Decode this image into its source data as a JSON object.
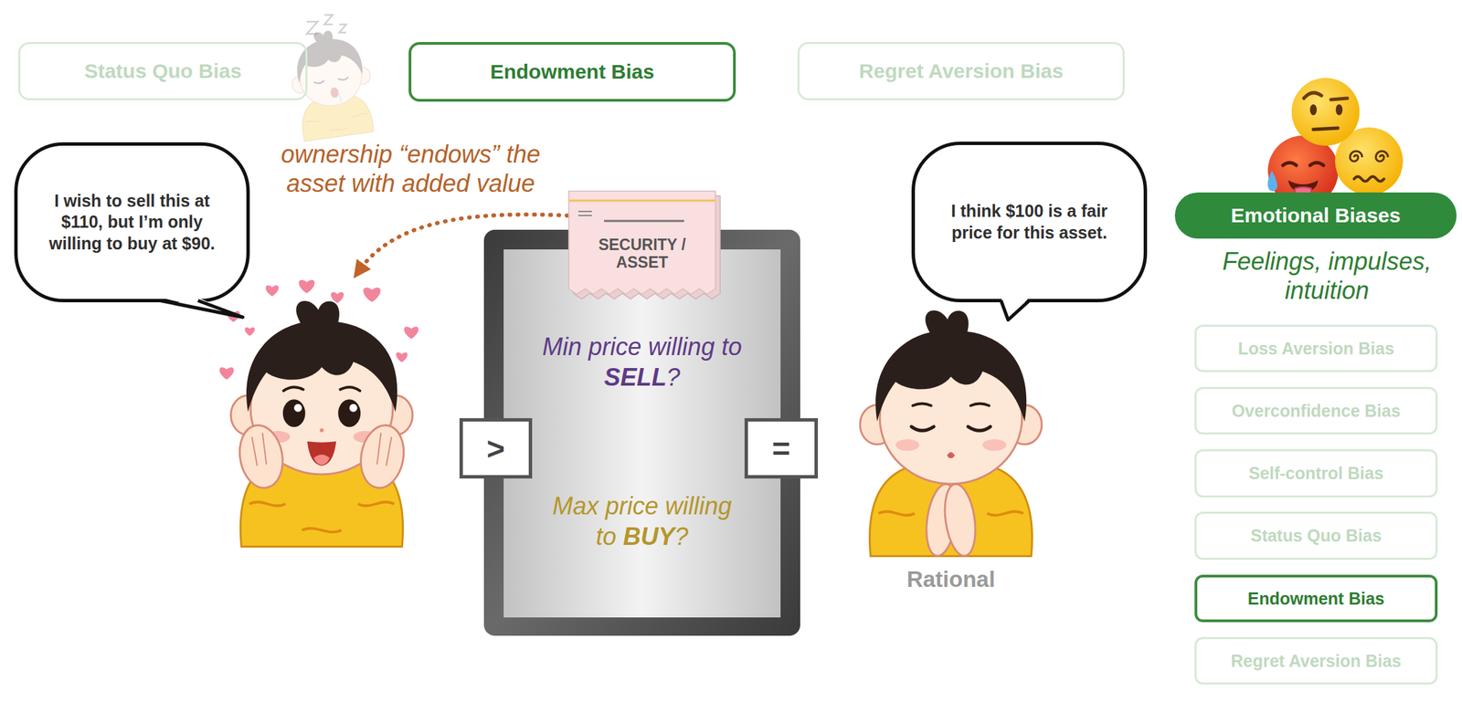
{
  "diagram": {
    "nodes": [
      {
        "text": [
          "Status Quo Bias"
        ]
      },
      {
        "text": [
          "Endowment Bias"
        ]
      },
      {
        "text": [
          "Regret Aversion Bias"
        ]
      },
      {
        "text": [
          "I wish to sell this at $110, but I’m only willing to buy at $90."
        ]
      },
      {
        "text": [
          "SECURITY / ASSET"
        ]
      },
      {
        "text": [
          "I think $100 is a fair price for this asset."
        ]
      },
      {
        "text": [
          "Min price willing to SELL?",
          "Max price willing to BUY?"
        ]
      },
      {
        "text": [
          ">"
        ]
      },
      {
        "text": [
          "="
        ]
      },
      {
        "text": [
          "Emotional Biases"
        ]
      },
      {
        "text": [
          "Loss Aversion Bias"
        ]
      },
      {
        "text": [
          "Overconfidence Bias"
        ]
      },
      {
        "text": [
          "Self-control Bias"
        ]
      },
      {
        "text": [
          "Status Quo Bias"
        ]
      },
      {
        "text": [
          "Endowment Bias"
        ]
      },
      {
        "text": [
          "Regret Aversion Bias"
        ]
      }
    ],
    "labels": [
      "ownership “endows” the asset with added value",
      "Rational",
      "Feelings, impulses, intuition"
    ]
  }
}
